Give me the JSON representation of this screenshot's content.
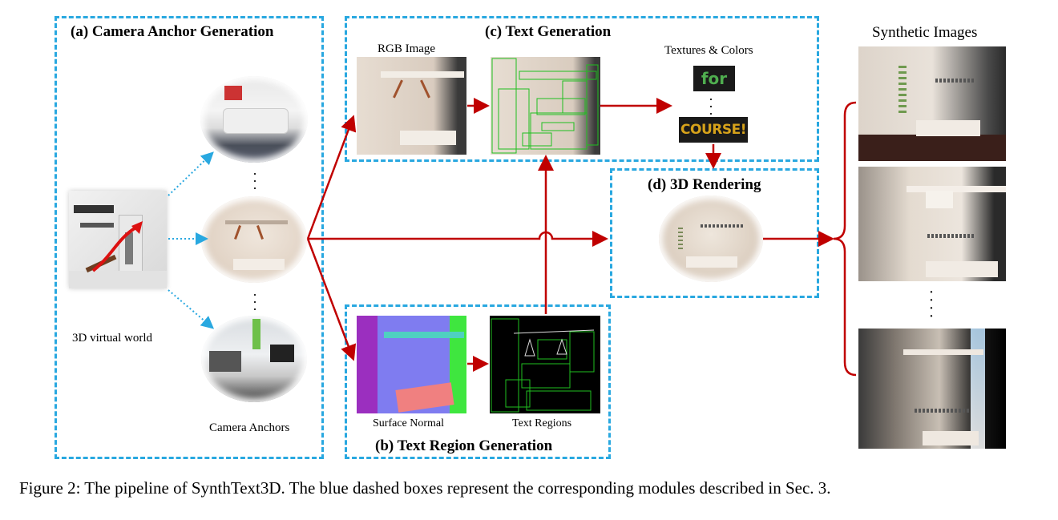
{
  "modules": {
    "a": "(a) Camera Anchor Generation",
    "b": "(b) Text Region Generation",
    "c": "(c) Text Generation",
    "d": "(d) 3D Rendering"
  },
  "labels": {
    "virtual_world": "3D virtual world",
    "camera_anchors": "Camera Anchors",
    "rgb_image": "RGB Image",
    "surface_normal": "Surface Normal",
    "text_regions": "Text Regions",
    "textures_colors": "Textures & Colors",
    "synthetic_images": "Synthetic Images"
  },
  "textures": {
    "word1": "for",
    "word2": "COURSE!"
  },
  "caption": "Figure 2: The pipeline of SynthText3D. The blue dashed boxes represent the corresponding modules described in Sec. 3.",
  "colors": {
    "box_border": "#29a8e0",
    "arrow_red": "#c00000",
    "dotted_blue": "#29a8e0"
  }
}
